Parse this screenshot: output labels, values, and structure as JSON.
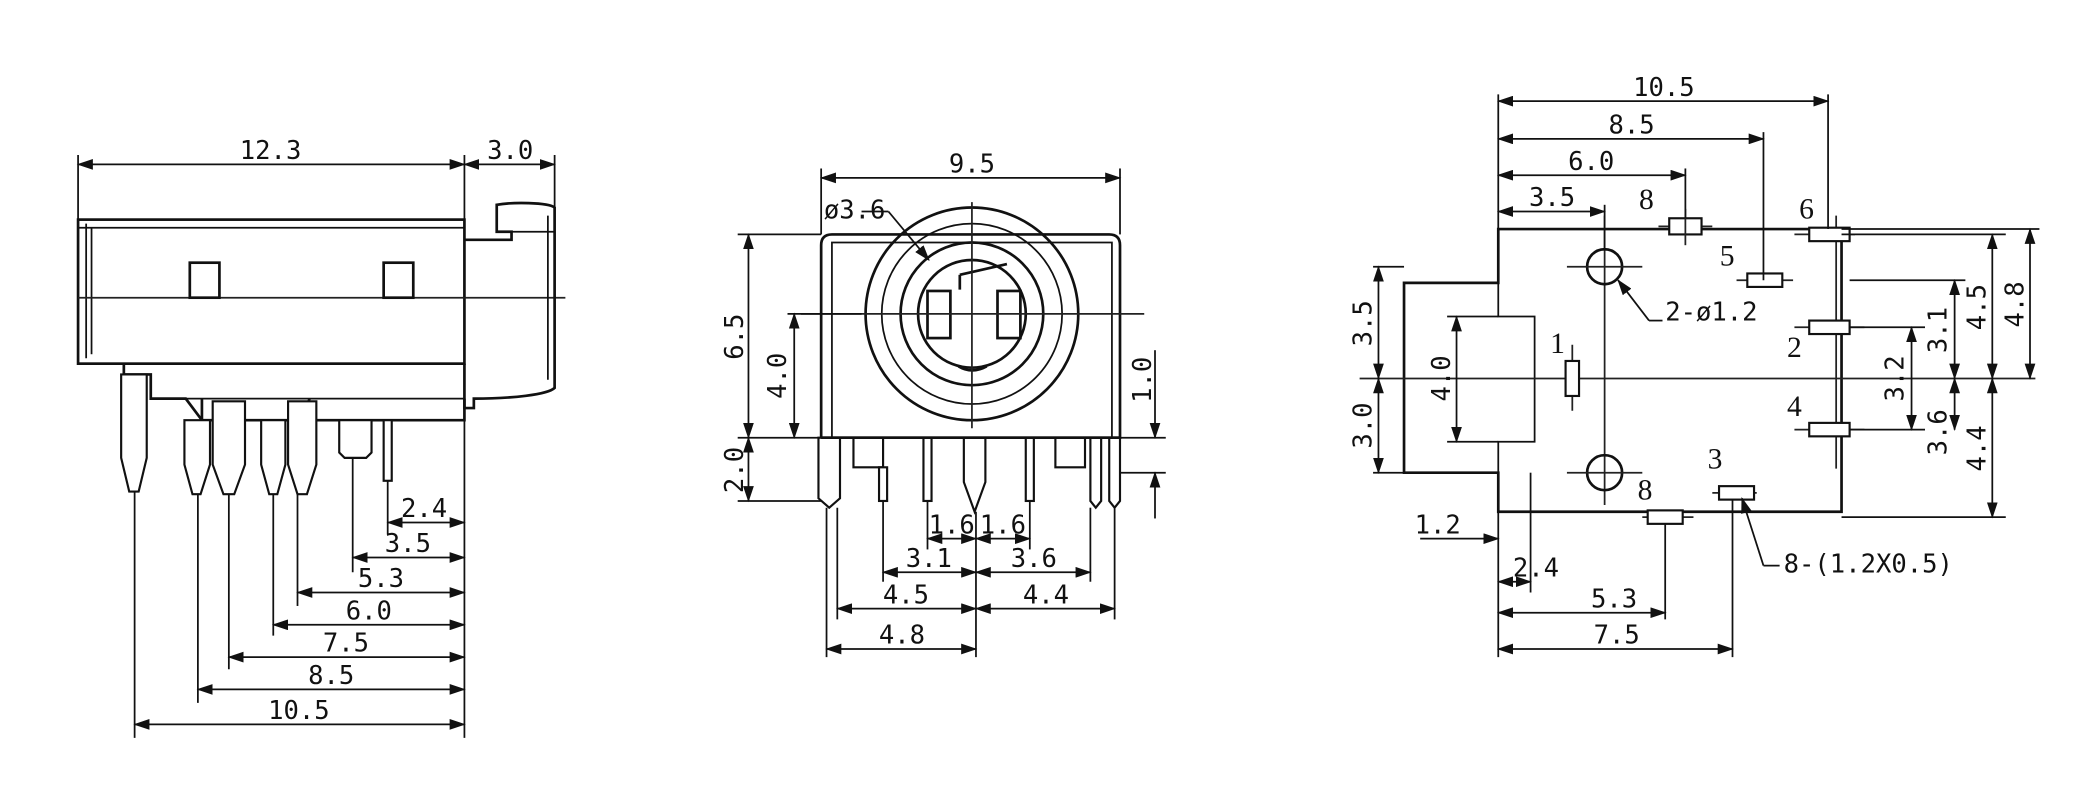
{
  "side_view": {
    "dims": {
      "length": "12.3",
      "front": "3.0",
      "p1": "2.4",
      "p2": "3.5",
      "p3": "5.3",
      "p4": "6.0",
      "p5": "7.5",
      "p6": "8.5",
      "p7": "10.5"
    }
  },
  "front_view": {
    "dims": {
      "width": "9.5",
      "hole": "ø3.6",
      "height": "6.5",
      "center": "4.0",
      "pin_len": "2.0",
      "standoff": "1.0",
      "l1": "1.6",
      "r1": "1.6",
      "l2": "3.1",
      "r2": "3.6",
      "l3": "4.5",
      "r3": "4.4",
      "l4": "4.8"
    }
  },
  "footprint": {
    "pins": {
      "p1": "1",
      "p2": "2",
      "p3": "3",
      "p4": "4",
      "p5": "5",
      "p6": "6",
      "p8a": "8",
      "p8b": "8"
    },
    "dims": {
      "d105": "10.5",
      "d85": "8.5",
      "d60": "6.0",
      "d35": "3.5",
      "holes": "2-ø1.2",
      "r45": "4.5",
      "r48": "4.8",
      "r31": "3.1",
      "r32": "3.2",
      "r36": "3.6",
      "r44": "4.4",
      "l35": "3.5",
      "l30": "3.0",
      "l40": "4.0",
      "b12": "1.2",
      "b24": "2.4",
      "b53": "5.3",
      "b75": "7.5",
      "pads": "8-(1.2X0.5)"
    }
  }
}
